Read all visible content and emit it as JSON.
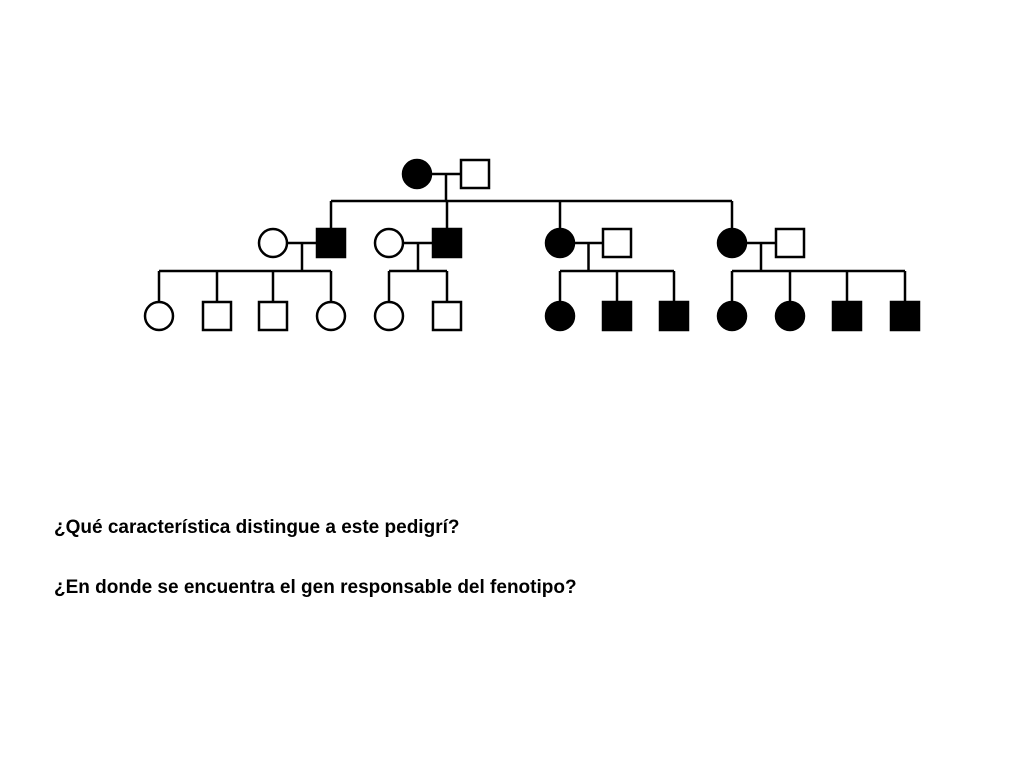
{
  "pedigree": {
    "colors": {
      "affected": "#000000",
      "unaffected": "#ffffff",
      "line": "#000000"
    },
    "individuals": [
      {
        "id": "I-1",
        "sex": "female",
        "affected": true
      },
      {
        "id": "I-2",
        "sex": "male",
        "affected": false
      },
      {
        "id": "II-1",
        "sex": "female",
        "affected": false
      },
      {
        "id": "II-2",
        "sex": "male",
        "affected": true
      },
      {
        "id": "II-3",
        "sex": "female",
        "affected": false
      },
      {
        "id": "II-4",
        "sex": "male",
        "affected": true
      },
      {
        "id": "II-5",
        "sex": "female",
        "affected": true
      },
      {
        "id": "II-6",
        "sex": "male",
        "affected": false
      },
      {
        "id": "II-7",
        "sex": "female",
        "affected": true
      },
      {
        "id": "II-8",
        "sex": "male",
        "affected": false
      },
      {
        "id": "III-1",
        "sex": "female",
        "affected": false
      },
      {
        "id": "III-2",
        "sex": "male",
        "affected": false
      },
      {
        "id": "III-3",
        "sex": "male",
        "affected": false
      },
      {
        "id": "III-4",
        "sex": "female",
        "affected": false
      },
      {
        "id": "III-5",
        "sex": "female",
        "affected": false
      },
      {
        "id": "III-6",
        "sex": "male",
        "affected": false
      },
      {
        "id": "III-7",
        "sex": "female",
        "affected": true
      },
      {
        "id": "III-8",
        "sex": "male",
        "affected": true
      },
      {
        "id": "III-9",
        "sex": "male",
        "affected": true
      },
      {
        "id": "III-10",
        "sex": "female",
        "affected": true
      },
      {
        "id": "III-11",
        "sex": "female",
        "affected": true
      },
      {
        "id": "III-12",
        "sex": "male",
        "affected": true
      },
      {
        "id": "III-13",
        "sex": "male",
        "affected": true
      }
    ],
    "couples": [
      {
        "partners": [
          "I-1",
          "I-2"
        ],
        "children": [
          "II-2",
          "II-4",
          "II-5",
          "II-7"
        ]
      },
      {
        "partners": [
          "II-1",
          "II-2"
        ],
        "children": [
          "III-1",
          "III-2",
          "III-3",
          "III-4"
        ]
      },
      {
        "partners": [
          "II-3",
          "II-4"
        ],
        "children": [
          "III-5",
          "III-6"
        ]
      },
      {
        "partners": [
          "II-5",
          "II-6"
        ],
        "children": [
          "III-7",
          "III-8",
          "III-9"
        ]
      },
      {
        "partners": [
          "II-7",
          "II-8"
        ],
        "children": [
          "III-10",
          "III-11",
          "III-12",
          "III-13"
        ]
      }
    ]
  },
  "questions": {
    "q1": "¿Qué característica distingue a este pedigrí?",
    "q2": "¿En donde se encuentra el gen responsable del fenotipo?"
  }
}
